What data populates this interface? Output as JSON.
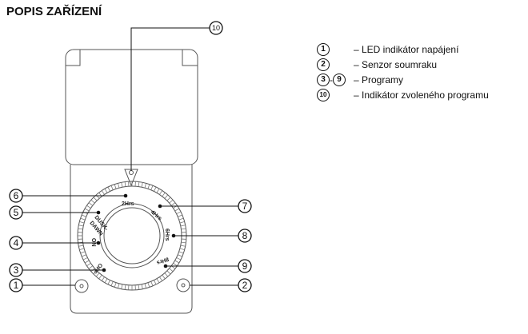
{
  "title": "POPIS ZAŘÍZENÍ",
  "callouts": {
    "c1": "1",
    "c2": "2",
    "c3": "3",
    "c4": "4",
    "c5": "5",
    "c6": "6",
    "c7": "7",
    "c8": "8",
    "c9": "9",
    "c10": "10"
  },
  "dial": {
    "p2": "2Hrs",
    "p4": "4Hrs",
    "p6": "6Hrs",
    "p8": "8Hrs",
    "dusk1": "DUSK-",
    "dusk2": "DAWN",
    "on": "ON",
    "off": "OFF"
  },
  "legend": [
    {
      "from": "1",
      "to": "",
      "sep": "",
      "text": "– LED indikátor napájení"
    },
    {
      "from": "2",
      "to": "",
      "sep": "",
      "text": "– Senzor soumraku"
    },
    {
      "from": "3",
      "to": "9",
      "sep": "-",
      "text": "– Programy"
    },
    {
      "from": "10",
      "to": "",
      "sep": "",
      "text": "– Indikátor zvoleného programu"
    }
  ]
}
